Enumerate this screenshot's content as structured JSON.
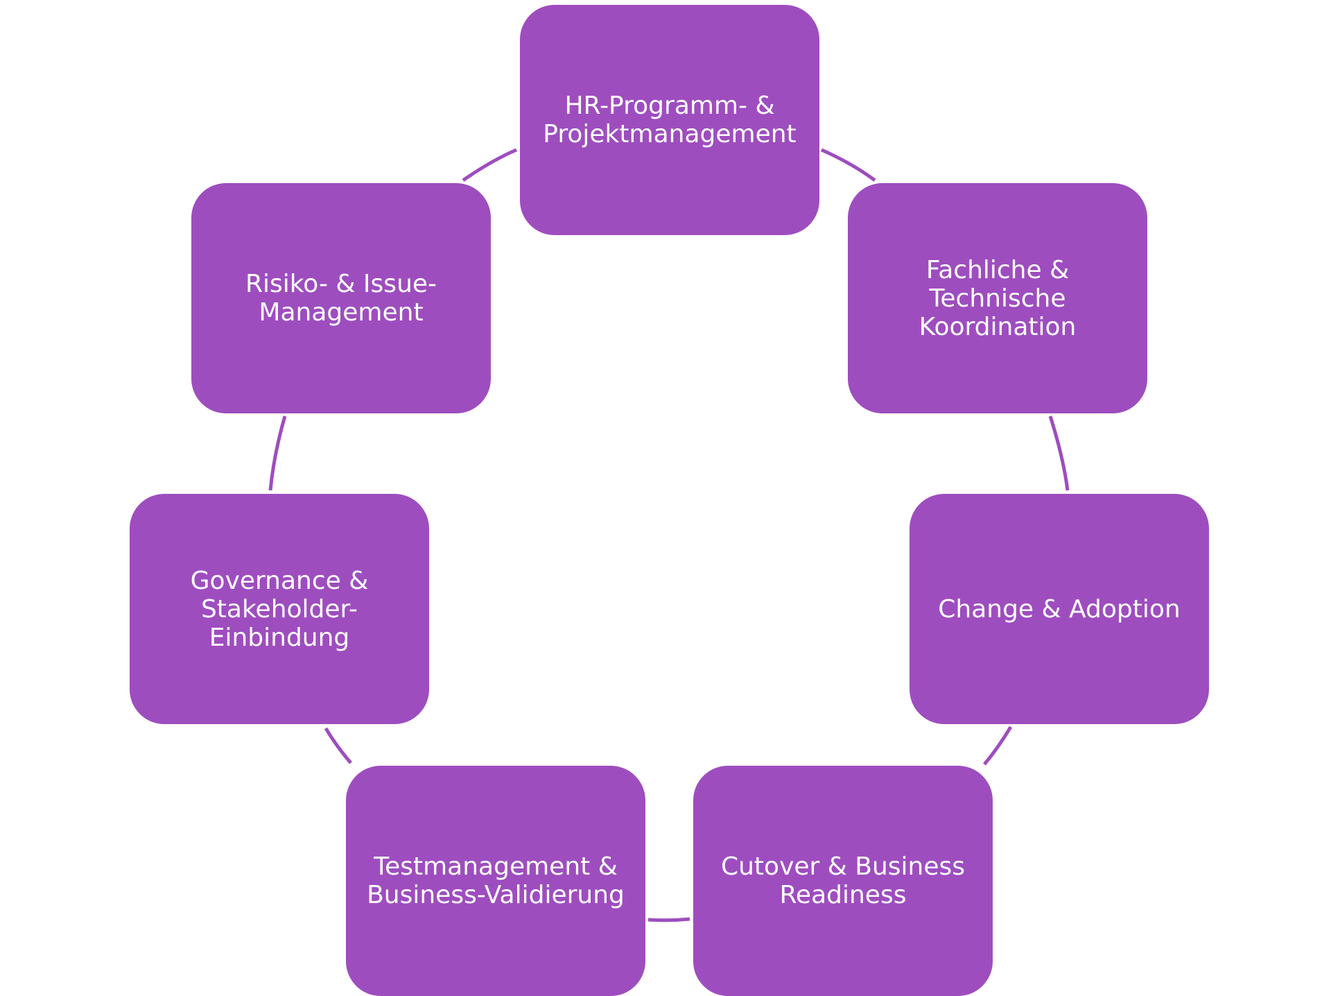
{
  "theme": {
    "node_color": "#9E4DBF",
    "connector_color": "#9E4DBF",
    "text_color": "#ffffff",
    "background": "#ffffff"
  },
  "cycle": {
    "nodes": [
      {
        "id": "hr-programm",
        "label": "HR-Programm- &\nProjektmanagement"
      },
      {
        "id": "fachliche-koordination",
        "label": "Fachliche &\nTechnische\nKoordination"
      },
      {
        "id": "change-adoption",
        "label": "Change & Adoption"
      },
      {
        "id": "cutover-readiness",
        "label": "Cutover & Business\nReadiness"
      },
      {
        "id": "testmanagement",
        "label": "Testmanagement &\nBusiness-Validierung"
      },
      {
        "id": "governance",
        "label": "Governance &\nStakeholder-\nEinbindung"
      },
      {
        "id": "risiko-issue",
        "label": "Risiko- & Issue-\nManagement"
      }
    ]
  }
}
